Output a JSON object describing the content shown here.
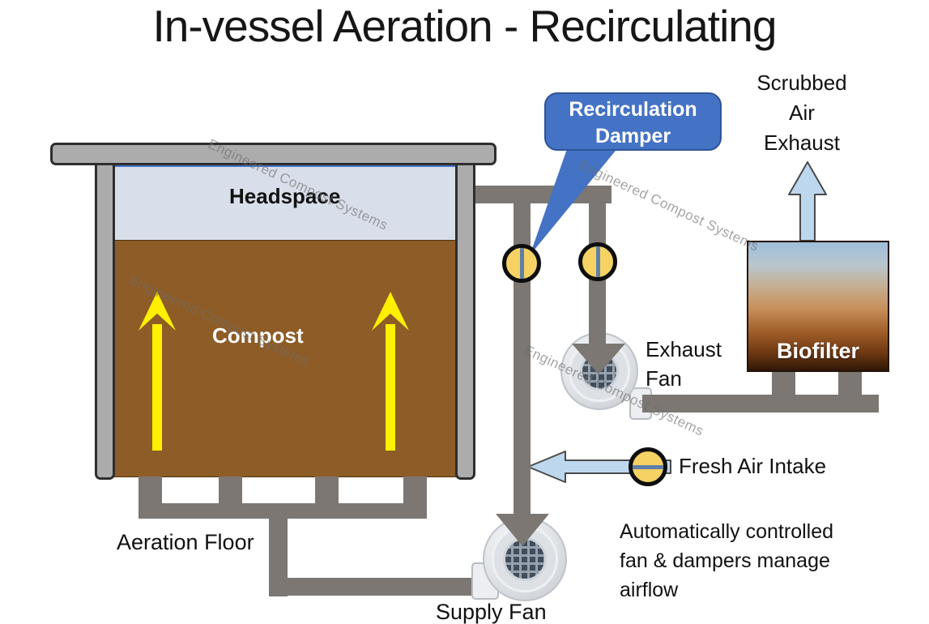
{
  "title": "In-vessel Aeration - Recirculating",
  "watermark": "Engineered Compost Systems",
  "vessel": {
    "headspace": "Headspace",
    "compost": "Compost",
    "aeration_floor": "Aeration Floor"
  },
  "callout": {
    "line1": "Recirculation",
    "line2": "Damper"
  },
  "exhaust_fan": {
    "line1": "Exhaust",
    "line2": "Fan"
  },
  "supply_fan": "Supply Fan",
  "fresh_air": "Fresh Air Intake",
  "scrubbed_air": {
    "line1": "Scrubbed",
    "line2": "Air",
    "line3": "Exhaust"
  },
  "biofilter": "Biofilter",
  "note": {
    "line1": "Automatically controlled",
    "line2": "fan & dampers manage",
    "line3": "airflow"
  },
  "colors": {
    "pipe": "#7C7772",
    "vessel": "#ACACAC",
    "compost": "#8E5C26",
    "headspace": "#D8DFEA",
    "accent_blue": "#4472C4",
    "arrow_blue": "#BDD7EE",
    "damper_yellow": "#F5D263",
    "flow_yellow": "#FFF000"
  }
}
